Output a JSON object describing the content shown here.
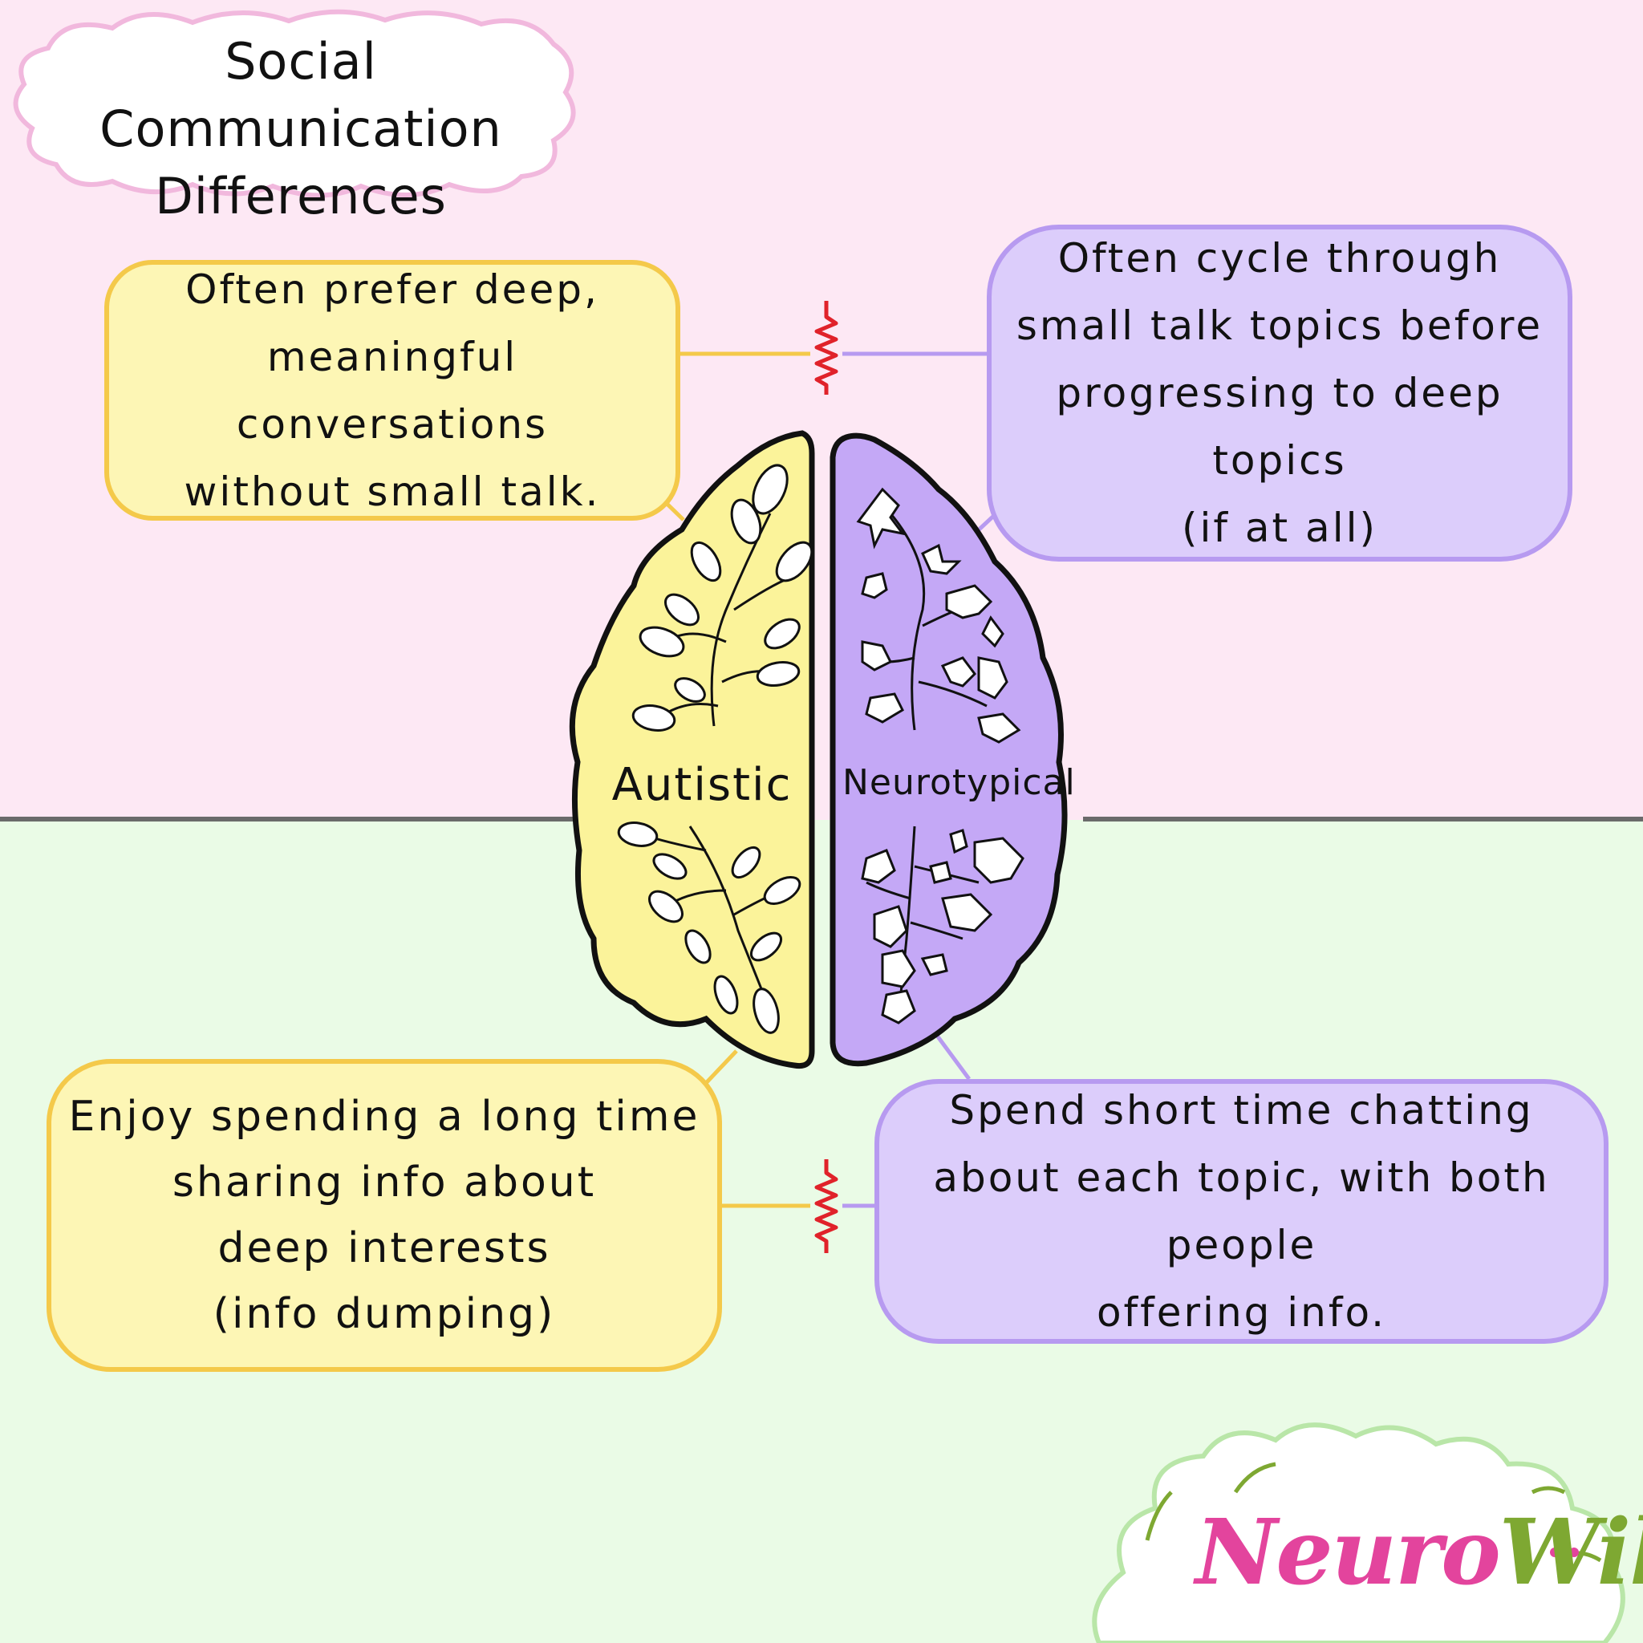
{
  "title": {
    "line1": "Social Communication",
    "line2": "Differences"
  },
  "colors": {
    "top_background": "#fde8f4",
    "bottom_background": "#eafbe6",
    "autistic_fill": "#fbf39a",
    "autistic_border": "#f4c94a",
    "neurotypical_fill": "#c4a8f6",
    "neurotypical_border": "#b79af0",
    "mismatch_mark": "#e0222a"
  },
  "brain": {
    "left_label": "Autistic",
    "right_label": "Neurotypical"
  },
  "autistic_top": {
    "line1": "Often prefer deep,",
    "line2": "meaningful conversations",
    "line3": "without small talk."
  },
  "neurotypical_top": {
    "line1": "Often cycle through",
    "line2": "small talk topics before",
    "line3": "progressing to deep topics",
    "line4": "(if at all)"
  },
  "autistic_bottom": {
    "line1": "Enjoy spending a long time",
    "line2": "sharing info about",
    "line3": "deep interests",
    "line4": "(info dumping)"
  },
  "neurotypical_bottom": {
    "line1": "Spend short time chatting",
    "line2": "about each topic, with both people",
    "line3": "offering info."
  },
  "logo": {
    "part1": "Neuro",
    "part2": "Wild"
  }
}
